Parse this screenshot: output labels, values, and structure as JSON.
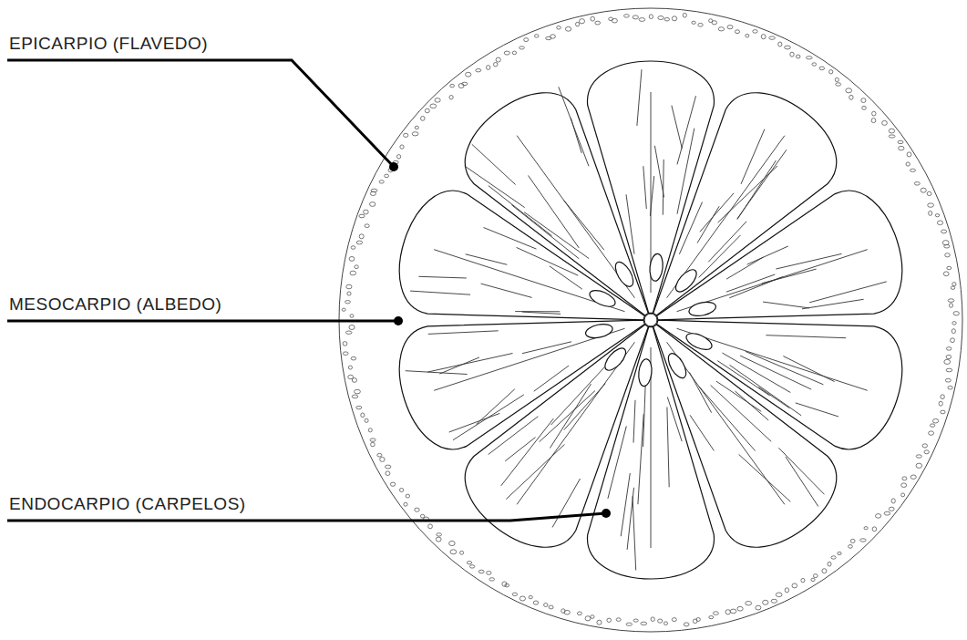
{
  "diagram": {
    "labels": [
      "EPICARPIO (FLAVEDO)",
      "MESOCARPIO (ALBEDO)",
      "ENDOCARPIO (CARPELOS)"
    ]
  }
}
